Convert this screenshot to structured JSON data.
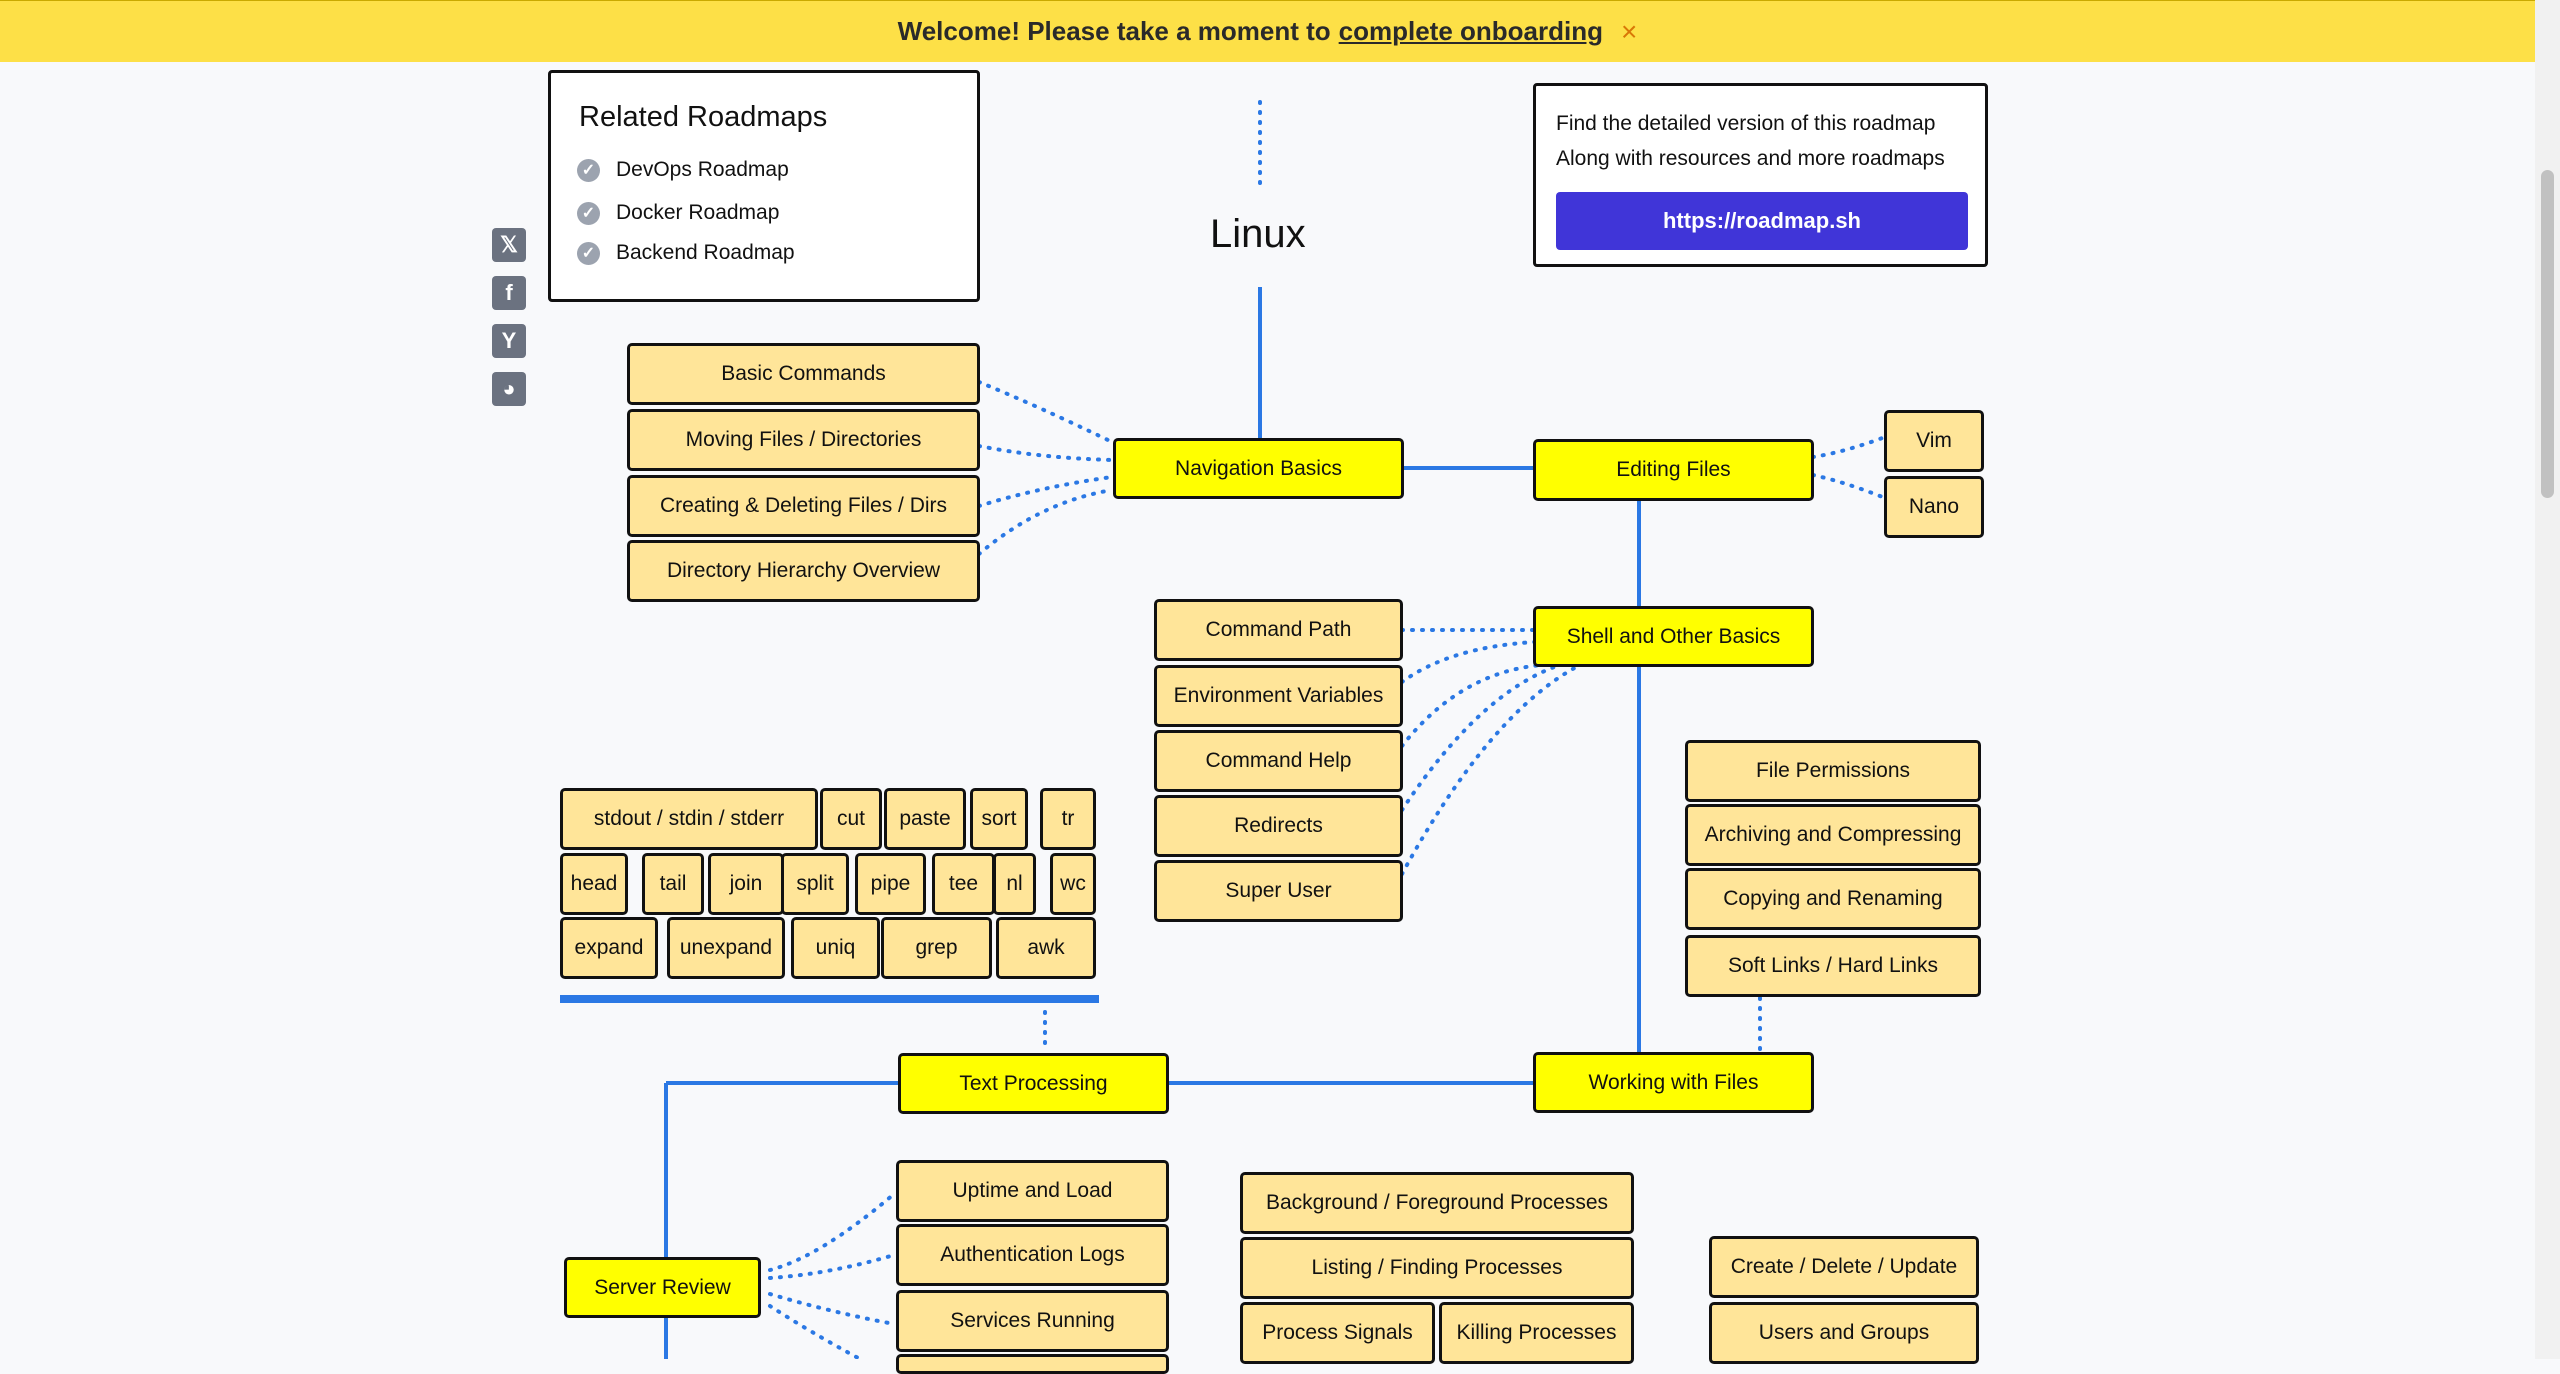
{
  "banner": {
    "text": "Welcome! Please take a moment to",
    "link": "complete onboarding",
    "close": "×"
  },
  "title": "Linux",
  "related": {
    "heading": "Related Roadmaps",
    "items": [
      "DevOps Roadmap",
      "Docker Roadmap",
      "Backend Roadmap"
    ]
  },
  "promo": {
    "line1": "Find the detailed version of this roadmap",
    "line2": "Along with resources and more roadmaps",
    "button": "https://roadmap.sh"
  },
  "share": {
    "x": "𝕏",
    "facebook": "f",
    "hackernews": "Y",
    "reddit": "◕"
  },
  "topics": {
    "navigation_basics": "Navigation Basics",
    "editing_files": "Editing Files",
    "shell_basics": "Shell and Other Basics",
    "working_with_files": "Working with Files",
    "text_processing": "Text Processing",
    "server_review": "Server Review"
  },
  "nav_subs": [
    "Basic Commands",
    "Moving Files / Directories",
    "Creating & Deleting Files / Dirs",
    "Directory Hierarchy Overview"
  ],
  "editor_subs": [
    "Vim",
    "Nano"
  ],
  "shell_subs": [
    "Command Path",
    "Environment Variables",
    "Command Help",
    "Redirects",
    "Super User"
  ],
  "file_subs": [
    "File Permissions",
    "Archiving and Compressing",
    "Copying and Renaming",
    "Soft Links / Hard Links"
  ],
  "text_tools": {
    "row1": [
      "stdout / stdin / stderr",
      "cut",
      "paste",
      "sort",
      "tr"
    ],
    "row2": [
      "head",
      "tail",
      "join",
      "split",
      "pipe",
      "tee",
      "nl",
      "wc"
    ],
    "row3": [
      "expand",
      "unexpand",
      "uniq",
      "grep",
      "awk"
    ]
  },
  "server_subs": [
    "Uptime and Load",
    "Authentication Logs",
    "Services Running"
  ],
  "process_subs": [
    "Background / Foreground Processes",
    "Listing / Finding Processes",
    "Process Signals",
    "Killing Processes"
  ],
  "user_subs": [
    "Create / Delete / Update",
    "Users and Groups"
  ]
}
